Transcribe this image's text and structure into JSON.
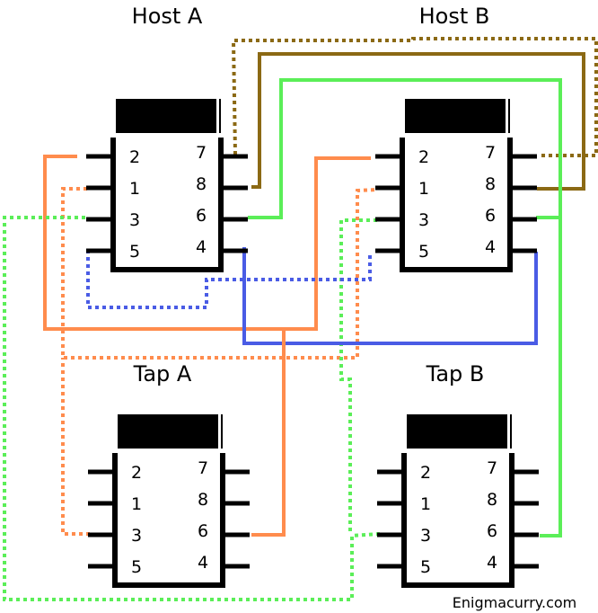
{
  "diagram": {
    "credit": "Enigmacurry.com",
    "colors": {
      "orange": "#FF8C4D",
      "green": "#5BEE58",
      "blue": "#4A5CE5",
      "brown": "#8B6914",
      "black": "#000000"
    },
    "chips": [
      {
        "id": "host-a",
        "label": "Host A",
        "left_pins": [
          "2",
          "1",
          "3",
          "5"
        ],
        "right_pins": [
          "7",
          "8",
          "6",
          "4"
        ]
      },
      {
        "id": "host-b",
        "label": "Host B",
        "left_pins": [
          "2",
          "1",
          "3",
          "5"
        ],
        "right_pins": [
          "7",
          "8",
          "6",
          "4"
        ]
      },
      {
        "id": "tap-a",
        "label": "Tap A",
        "left_pins": [
          "2",
          "1",
          "3",
          "5"
        ],
        "right_pins": [
          "7",
          "8",
          "6",
          "4"
        ]
      },
      {
        "id": "tap-b",
        "label": "Tap B",
        "left_pins": [
          "2",
          "1",
          "3",
          "5"
        ],
        "right_pins": [
          "7",
          "8",
          "6",
          "4"
        ]
      }
    ],
    "connections": [
      {
        "name": "host-a-pin2-to-host-b-pin2",
        "from": "Host A pin 2",
        "to": "Host B pin 2",
        "color": "orange",
        "style": "solid"
      },
      {
        "name": "host-a-pin1-to-host-b-pin1",
        "from": "Host A pin 1",
        "to": "Host B pin 1 / Tap A pin 3",
        "color": "orange",
        "style": "dotted"
      },
      {
        "name": "host-a-pin3-to-tap-b-pin3",
        "from": "Host A pin 3",
        "to": "Tap B pin 3",
        "color": "green",
        "style": "dotted"
      },
      {
        "name": "host-b-pin3-to-tap-b-pin3",
        "from": "Host B pin 3",
        "to": "Tap B pin 3",
        "color": "green",
        "style": "dotted"
      },
      {
        "name": "host-a-pin5-to-host-b-pin5",
        "from": "Host A pin 5",
        "to": "Host B pin 5",
        "color": "blue",
        "style": "dotted"
      },
      {
        "name": "host-a-pin4-to-host-b-pin4",
        "from": "Host A pin 4",
        "to": "Host B pin 4",
        "color": "blue",
        "style": "solid"
      },
      {
        "name": "host-a-pin7-to-host-b-pin7",
        "from": "Host A pin 7",
        "to": "Host B pin 7",
        "color": "brown",
        "style": "dotted"
      },
      {
        "name": "host-a-pin8-to-host-b-pin8",
        "from": "Host A pin 8",
        "to": "Host B pin 8",
        "color": "brown",
        "style": "solid"
      },
      {
        "name": "host-a-pin6-to-host-b-pin6",
        "from": "Host A pin 6",
        "to": "Host B pin 6 / Tap B pin 6",
        "color": "green",
        "style": "solid"
      },
      {
        "name": "tap-a-pin6-to-orange-bus",
        "from": "Tap A pin 6",
        "to": "Host A pin 2 / Host B pin 2 line",
        "color": "orange",
        "style": "solid"
      },
      {
        "name": "tap-a-pin3-to-orange-dotted-bus",
        "from": "Tap A pin 3",
        "to": "Host A pin 1 / Host B pin 1 line",
        "color": "orange",
        "style": "dotted"
      }
    ]
  }
}
